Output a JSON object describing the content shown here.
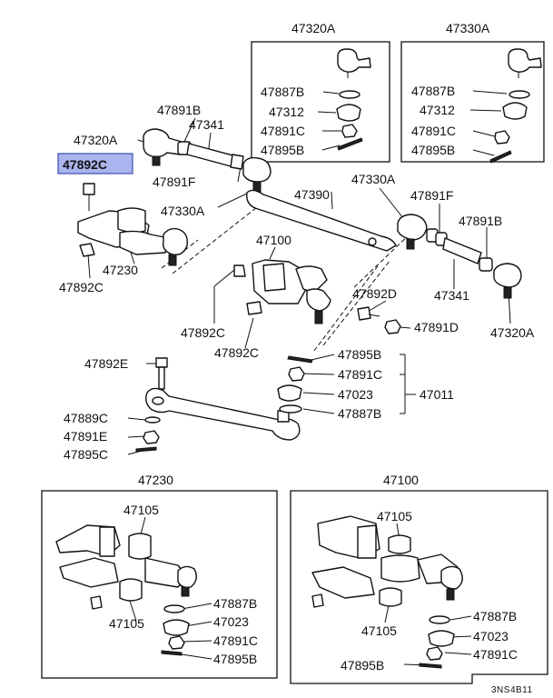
{
  "diagram": {
    "highlight_part": "47892C",
    "corner_code": "3NS4B11",
    "labels": {
      "l_47320a_t": "47320A",
      "l_47330a_t": "47330A",
      "l_47887b_1": "47887B",
      "l_47312_1": "47312",
      "l_47891c_1": "47891C",
      "l_47895b_1": "47895B",
      "l_47887b_2": "47887B",
      "l_47312_2": "47312",
      "l_47891c_2": "47891C",
      "l_47895b_2": "47895B",
      "l_47891b_l": "47891B",
      "l_47341_l": "47341",
      "l_47320a_l": "47320A",
      "l_47891f_l": "47891F",
      "l_47330a_l": "47330A",
      "l_47390": "47390",
      "l_47330a_m": "47330A",
      "l_47891f_r": "47891F",
      "l_47891b_r": "47891B",
      "l_47100_m": "47100",
      "l_47230_l": "47230",
      "l_47892c_l": "47892C",
      "l_47892d": "47892D",
      "l_47891d": "47891D",
      "l_47341_r": "47341",
      "l_47320a_r": "47320A",
      "l_47892c_m1": "47892C",
      "l_47892c_m2": "47892C",
      "l_47892e": "47892E",
      "l_47895b_m": "47895B",
      "l_47891c_m": "47891C",
      "l_47023_m": "47023",
      "l_47011": "47011",
      "l_47887b_m": "47887B",
      "l_47889c": "47889C",
      "l_47891e": "47891E",
      "l_47895c": "47895C",
      "l_47230_b": "47230",
      "l_47100_b": "47100",
      "l_47105_1": "47105",
      "l_47105_2": "47105",
      "l_47887b_b1": "47887B",
      "l_47023_b1": "47023",
      "l_47891c_b1": "47891C",
      "l_47895b_b1": "47895B",
      "l_47105_3": "47105",
      "l_47105_4": "47105",
      "l_47887b_b2": "47887B",
      "l_47023_b2": "47023",
      "l_47891c_b2": "47891C",
      "l_47895b_b2": "47895B"
    }
  }
}
